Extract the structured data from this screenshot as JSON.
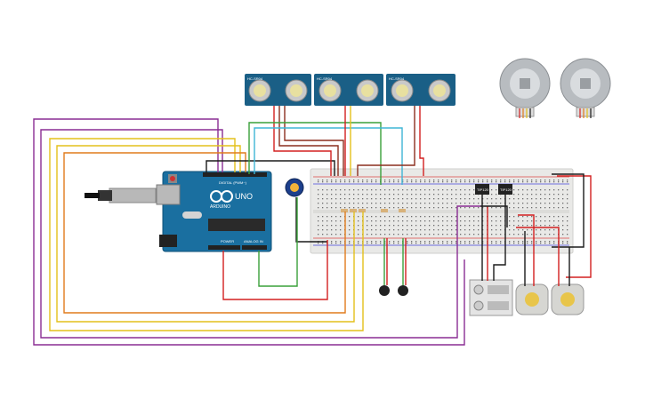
{
  "arduino": {
    "brand_label": "UNO",
    "sub_label": "ARDUINO",
    "power_label": "POWER",
    "analog_label": "ANALOG IN",
    "digital_label": "DIGITAL (PWM~)"
  },
  "sensors": [
    {
      "label": "HC-SR04"
    },
    {
      "label": "HC-SR04"
    },
    {
      "label": "HC-SR04"
    }
  ],
  "transistors": [
    {
      "label": "TIP120"
    },
    {
      "label": "TIP120"
    }
  ],
  "colors": {
    "arduino_blue": "#1a6fa0",
    "sensor_blue": "#1a5f86",
    "wire_red": "#d32020",
    "wire_green": "#3aa03a",
    "wire_orange": "#e07b1c",
    "wire_yellow": "#e3c01b",
    "wire_purple": "#8a2d93",
    "wire_cyan": "#3fb5d6",
    "wire_black": "#1b1b1b",
    "breadboard": "#e8e8e6"
  }
}
